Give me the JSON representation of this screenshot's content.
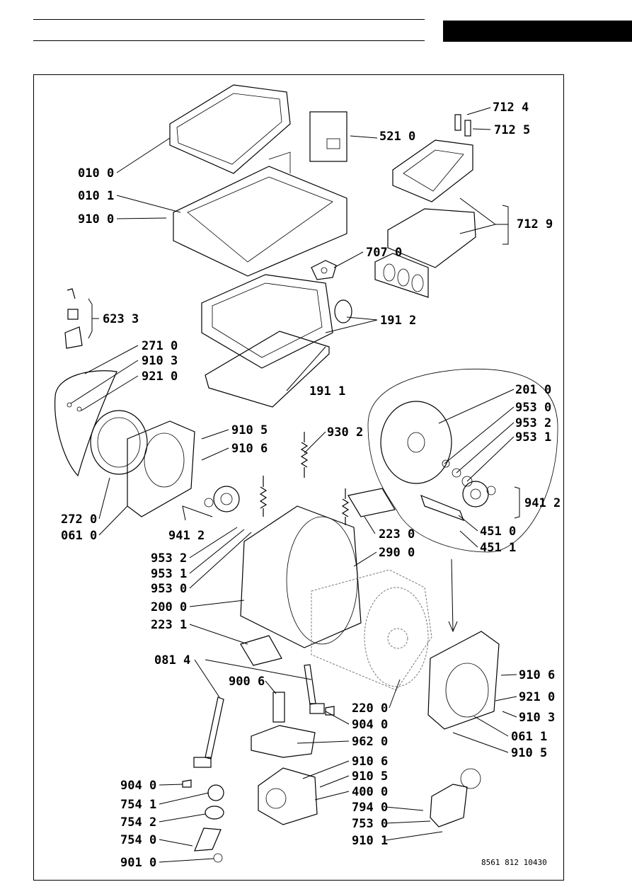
{
  "diagram_code": "8561 812 10430",
  "labels": {
    "l0100": "010 0",
    "l0101": "010 1",
    "l9100": "910 0",
    "l5210": "521 0",
    "l7124": "712 4",
    "l7125": "712 5",
    "l7129": "712 9",
    "l7070": "707 0",
    "l6233": "623 3",
    "l1912": "191 2",
    "l2710": "271 0",
    "l9103a": "910 3",
    "l9210a": "921 0",
    "l1911": "191 1",
    "l2010": "201 0",
    "l9530a": "953 0",
    "l9532a": "953 2",
    "l9531a": "953 1",
    "l9105a": "910 5",
    "l9106a": "910 6",
    "l9302": "930 2",
    "l9412a": "941 2",
    "l2720": "272 0",
    "l0610": "061 0",
    "l9412b": "941 2",
    "l4510": "451 0",
    "l4511": "451 1",
    "l2230": "223 0",
    "l2900": "290 0",
    "l9532b": "953 2",
    "l9531b": "953 1",
    "l9530b": "953 0",
    "l2000": "200 0",
    "l2231": "223 1",
    "l0814": "081 4",
    "l9006": "900 6",
    "l9106b": "910 6",
    "l9210b": "921 0",
    "l9103b": "910 3",
    "l2200": "220 0",
    "l0611": "061 1",
    "l9040a": "904 0",
    "l9105b": "910 5",
    "l9620": "962 0",
    "l9106c": "910 6",
    "l9105c": "910 5",
    "l9040b": "904 0",
    "l4000": "400 0",
    "l7541": "754 1",
    "l7940": "794 0",
    "l7542": "754 2",
    "l7530": "753 0",
    "l7540": "754 0",
    "l9101": "910 1",
    "l9010": "901 0"
  },
  "colors": {
    "line": "#000000",
    "background": "#ffffff",
    "drum": "#777777"
  }
}
